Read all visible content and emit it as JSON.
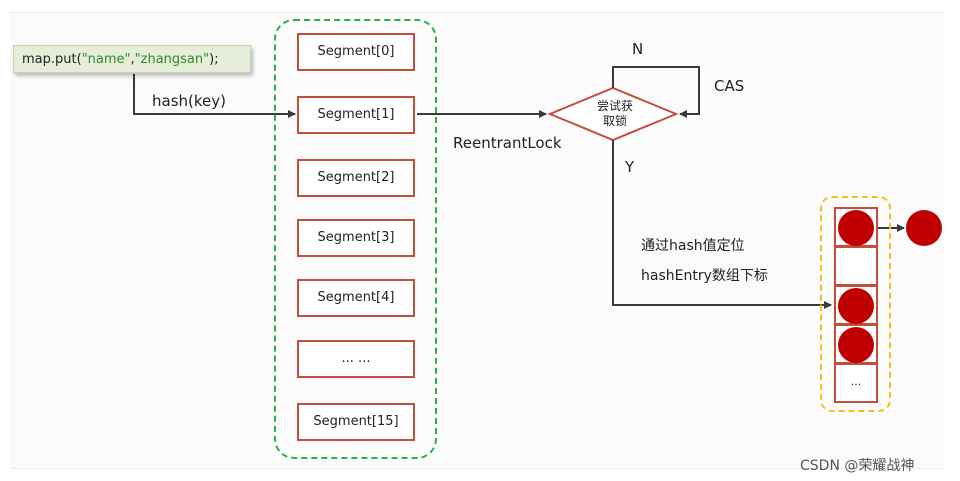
{
  "code": {
    "prefix": "map.put(",
    "arg1": "\"name\"",
    "sep": ",",
    "arg2": "\"zhangsan\"",
    "suffix": ");"
  },
  "labels": {
    "hash_key": "hash(key)",
    "reentrant_lock": "ReentrantLock",
    "no": "N",
    "cas": "CAS",
    "yes": "Y",
    "locate_line1": "通过hash值定位",
    "locate_line2": "hashEntry数组下标"
  },
  "decision": {
    "line1": "尝试获",
    "line2": "取锁"
  },
  "segments": [
    "Segment[0]",
    "Segment[1]",
    "Segment[2]",
    "Segment[3]",
    "Segment[4]",
    "... ...",
    "Segment[15]"
  ],
  "bucket_last_cell": "...",
  "watermark": "CSDN @荣耀战神",
  "colors": {
    "segment_group_border": "#2ab24a",
    "bucket_group_border": "#f2c01c",
    "box_border": "#c0503c",
    "node_fill": "#c00000",
    "code_bg": "#e6edd8",
    "code_string": "#2e8b2e"
  }
}
